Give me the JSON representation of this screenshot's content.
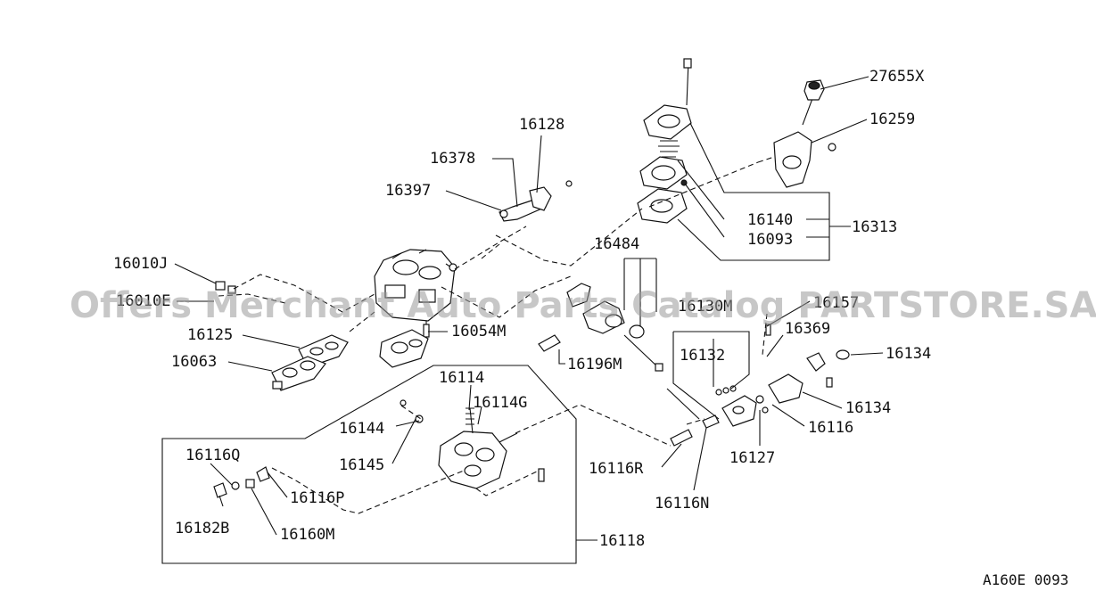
{
  "labels": {
    "l27655X": "27655X",
    "l16259": "16259",
    "l16128": "16128",
    "l16378": "16378",
    "l16397": "16397",
    "l16010J": "16010J",
    "l16010E": "16010E",
    "l16125": "16125",
    "l16063": "16063",
    "l16054M": "16054M",
    "l16484": "16484",
    "l16140": "16140",
    "l16093": "16093",
    "l16313": "16313",
    "l16196M": "16196M",
    "l16130M": "16130M",
    "l16132": "16132",
    "l16157": "16157",
    "l16369": "16369",
    "l16134a": "16134",
    "l16134b": "16134",
    "l16116": "16116",
    "l16127": "16127",
    "l16114": "16114",
    "l16114G": "16114G",
    "l16144": "16144",
    "l16145": "16145",
    "l16116Q": "16116Q",
    "l16116P": "16116P",
    "l16182B": "16182B",
    "l16160M": "16160M",
    "l16116R": "16116R",
    "l16116N": "16116N",
    "l16118": "16118"
  },
  "watermark": "Offers Merchant Auto Parts Catalog PARTSTORE.SA",
  "diagram_code": "A160E 0093"
}
